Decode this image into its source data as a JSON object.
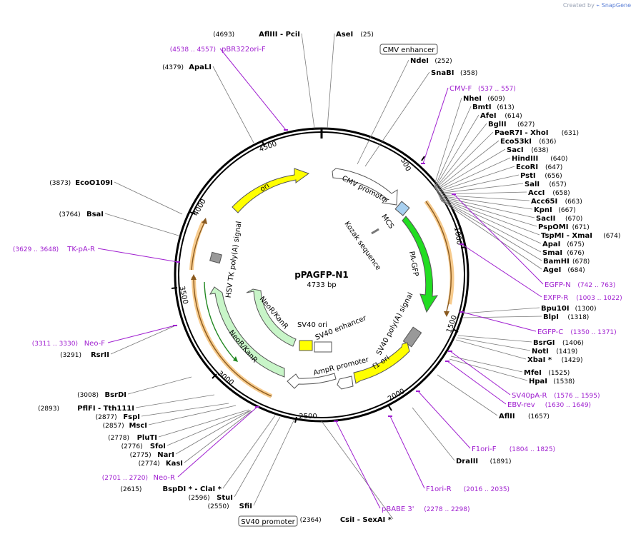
{
  "watermark": {
    "prefix": "Created by",
    "brand": "SnapGene"
  },
  "plasmid": {
    "name": "pPAGFP-N1",
    "size": "4733 bp"
  },
  "ticks": [
    "500",
    "1000",
    "1500",
    "2000",
    "2500",
    "3000",
    "3500",
    "4000",
    "4500"
  ],
  "enzymes_right": [
    {
      "name": "AseI",
      "pos": "(25)"
    },
    {
      "name": "NdeI",
      "pos": "(252)"
    },
    {
      "name": "SnaBI",
      "pos": "(358)"
    },
    {
      "name": "NheI",
      "pos": "(609)"
    },
    {
      "name": "BmtI",
      "pos": "(613)"
    },
    {
      "name": "AfeI",
      "pos": "(614)"
    },
    {
      "name": "BglII",
      "pos": "(627)"
    },
    {
      "name": "PaeR7I - XhoI",
      "pos": "(631)"
    },
    {
      "name": "Eco53kI",
      "pos": "(636)"
    },
    {
      "name": "SacI",
      "pos": "(638)"
    },
    {
      "name": "HindIII",
      "pos": "(640)"
    },
    {
      "name": "EcoRI",
      "pos": "(647)"
    },
    {
      "name": "PstI",
      "pos": "(656)"
    },
    {
      "name": "SalI",
      "pos": "(657)"
    },
    {
      "name": "AccI",
      "pos": "(658)"
    },
    {
      "name": "Acc65I",
      "pos": "(663)"
    },
    {
      "name": "KpnI",
      "pos": "(667)"
    },
    {
      "name": "SacII",
      "pos": "(670)"
    },
    {
      "name": "PspOMI",
      "pos": "(671)"
    },
    {
      "name": "TspMI - XmaI",
      "pos": "(674)"
    },
    {
      "name": "ApaI",
      "pos": "(675)"
    },
    {
      "name": "SmaI",
      "pos": "(676)"
    },
    {
      "name": "BamHI",
      "pos": "(678)"
    },
    {
      "name": "AgeI",
      "pos": "(684)"
    },
    {
      "name": "Bpu10I",
      "pos": "(1300)"
    },
    {
      "name": "BlpI",
      "pos": "(1318)"
    },
    {
      "name": "BsrGI",
      "pos": "(1406)"
    },
    {
      "name": "NotI",
      "pos": "(1419)"
    },
    {
      "name": "XbaI *",
      "pos": "(1429)"
    },
    {
      "name": "MfeI",
      "pos": "(1525)"
    },
    {
      "name": "HpaI",
      "pos": "(1538)"
    },
    {
      "name": "AflII",
      "pos": "(1657)"
    },
    {
      "name": "DraIII",
      "pos": "(1891)"
    }
  ],
  "enzymes_left": [
    {
      "name": "AflIII - PciI",
      "pos": "(4693)"
    },
    {
      "name": "ApaLI",
      "pos": "(4379)"
    },
    {
      "name": "EcoO109I",
      "pos": "(3873)"
    },
    {
      "name": "BsaI",
      "pos": "(3764)"
    },
    {
      "name": "RsrII",
      "pos": "(3291)"
    },
    {
      "name": "BsrDI",
      "pos": "(3008)"
    },
    {
      "name": "PflFI - Tth111I",
      "pos": "(2893)"
    },
    {
      "name": "FspI",
      "pos": "(2877)"
    },
    {
      "name": "MscI",
      "pos": "(2857)"
    },
    {
      "name": "PluTI",
      "pos": "(2778)"
    },
    {
      "name": "SfoI",
      "pos": "(2776)"
    },
    {
      "name": "NarI",
      "pos": "(2775)"
    },
    {
      "name": "KasI",
      "pos": "(2774)"
    },
    {
      "name": "BspDI * - ClaI *",
      "pos": "(2615)"
    },
    {
      "name": "StuI",
      "pos": "(2596)"
    },
    {
      "name": "SfiI",
      "pos": "(2550)"
    },
    {
      "name": "CsiI - SexAI *",
      "pos": "(2364)"
    }
  ],
  "primers": [
    {
      "name": "pBR322ori-F",
      "range": "(4538 .. 4557)"
    },
    {
      "name": "CMV-F",
      "range": "(537 .. 557)"
    },
    {
      "name": "EGFP-N",
      "range": "(742 .. 763)"
    },
    {
      "name": "EXFP-R",
      "range": "(1003 .. 1022)"
    },
    {
      "name": "EGFP-C",
      "range": "(1350 .. 1371)"
    },
    {
      "name": "SV40pA-R",
      "range": "(1576 .. 1595)"
    },
    {
      "name": "EBV-rev",
      "range": "(1630 .. 1649)"
    },
    {
      "name": "F1ori-F",
      "range": "(1804 .. 1825)"
    },
    {
      "name": "F1ori-R",
      "range": "(2016 .. 2035)"
    },
    {
      "name": "pBABE 3'",
      "range": "(2278 .. 2298)"
    },
    {
      "name": "Neo-R",
      "range": "(2701 .. 2720)"
    },
    {
      "name": "Neo-F",
      "range": "(3311 .. 3330)"
    },
    {
      "name": "TK-pA-R",
      "range": "(3629 .. 3648)"
    }
  ],
  "boxed_features": {
    "cmv_enhancer": "CMV enhancer",
    "sv40_promoter": "SV40 promoter"
  },
  "features": {
    "cmv_promoter": "CMV promoter",
    "mcs": "MCS",
    "kozak": "Kozak sequence",
    "pagfp": "PA-GFP",
    "sv40_polya": "SV40 poly(A) signal",
    "f1_ori": "f1 ori",
    "ampr_promoter": "AmpR promoter",
    "sv40_ori": "SV40 ori",
    "sv40_enhancer": "SV40 enhancer",
    "neor1": "NeoR/KanR",
    "neor2": "NeoR/KanR",
    "hsv_tk": "HSV TK poly(A) signal",
    "ori": "ori"
  },
  "colors": {
    "primer": "#a020d0",
    "gfp": "#22dd22",
    "ori": "#ffff00",
    "neo": "#c8f5c8",
    "orf": "#f0a030",
    "mcs": "#a8d0f0"
  }
}
